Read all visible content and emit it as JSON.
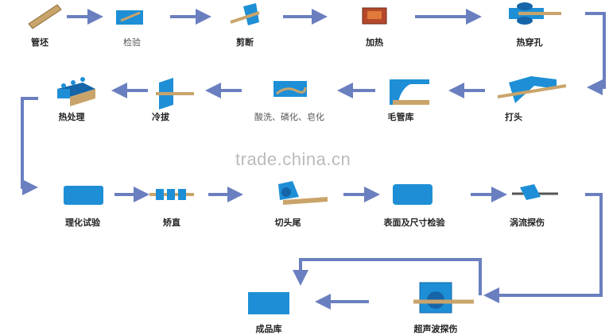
{
  "colors": {
    "arrow": "#6a7fbf",
    "icon_blue": "#1e8fd6",
    "icon_dark": "#1565a8",
    "tan": "#c9a46a",
    "rust": "#b5482a"
  },
  "steps": [
    {
      "id": "tube-billet",
      "label": "管坯",
      "icon": "billet-icon"
    },
    {
      "id": "inspection",
      "label": "检验",
      "icon": "inspection-icon"
    },
    {
      "id": "shearing",
      "label": "剪断",
      "icon": "shearing-icon"
    },
    {
      "id": "heating",
      "label": "加热",
      "icon": "furnace-icon"
    },
    {
      "id": "hot-piercing",
      "label": "热穿孔",
      "icon": "piercing-mill-icon"
    },
    {
      "id": "pointing",
      "label": "打头",
      "icon": "pointing-machine-icon"
    },
    {
      "id": "hollow-storage",
      "label": "毛管库",
      "icon": "storage-rack-icon"
    },
    {
      "id": "pickling",
      "label": "酸洗、磷化、皂化",
      "icon": "pickling-tank-icon"
    },
    {
      "id": "cold-drawing",
      "label": "冷拔",
      "icon": "drawing-die-icon"
    },
    {
      "id": "heat-treatment",
      "label": "热处理",
      "icon": "heat-treatment-furnace-icon"
    },
    {
      "id": "physical-chemical-test",
      "label": "理化试验",
      "icon": "test-block-icon"
    },
    {
      "id": "straightening",
      "label": "矫直",
      "icon": "straightener-icon"
    },
    {
      "id": "crop-ends",
      "label": "切头尾",
      "icon": "cutting-machine-icon"
    },
    {
      "id": "surface-dimension-inspection",
      "label": "表面及尺寸检验",
      "icon": "inspection-block-icon"
    },
    {
      "id": "eddy-current-testing",
      "label": "涡流探伤",
      "icon": "eddy-current-icon"
    },
    {
      "id": "ultrasonic-testing",
      "label": "超声波探伤",
      "icon": "ultrasonic-icon"
    },
    {
      "id": "finished-goods-storage",
      "label": "成品库",
      "icon": "warehouse-icon"
    }
  ],
  "watermark": "trade.china.cn"
}
